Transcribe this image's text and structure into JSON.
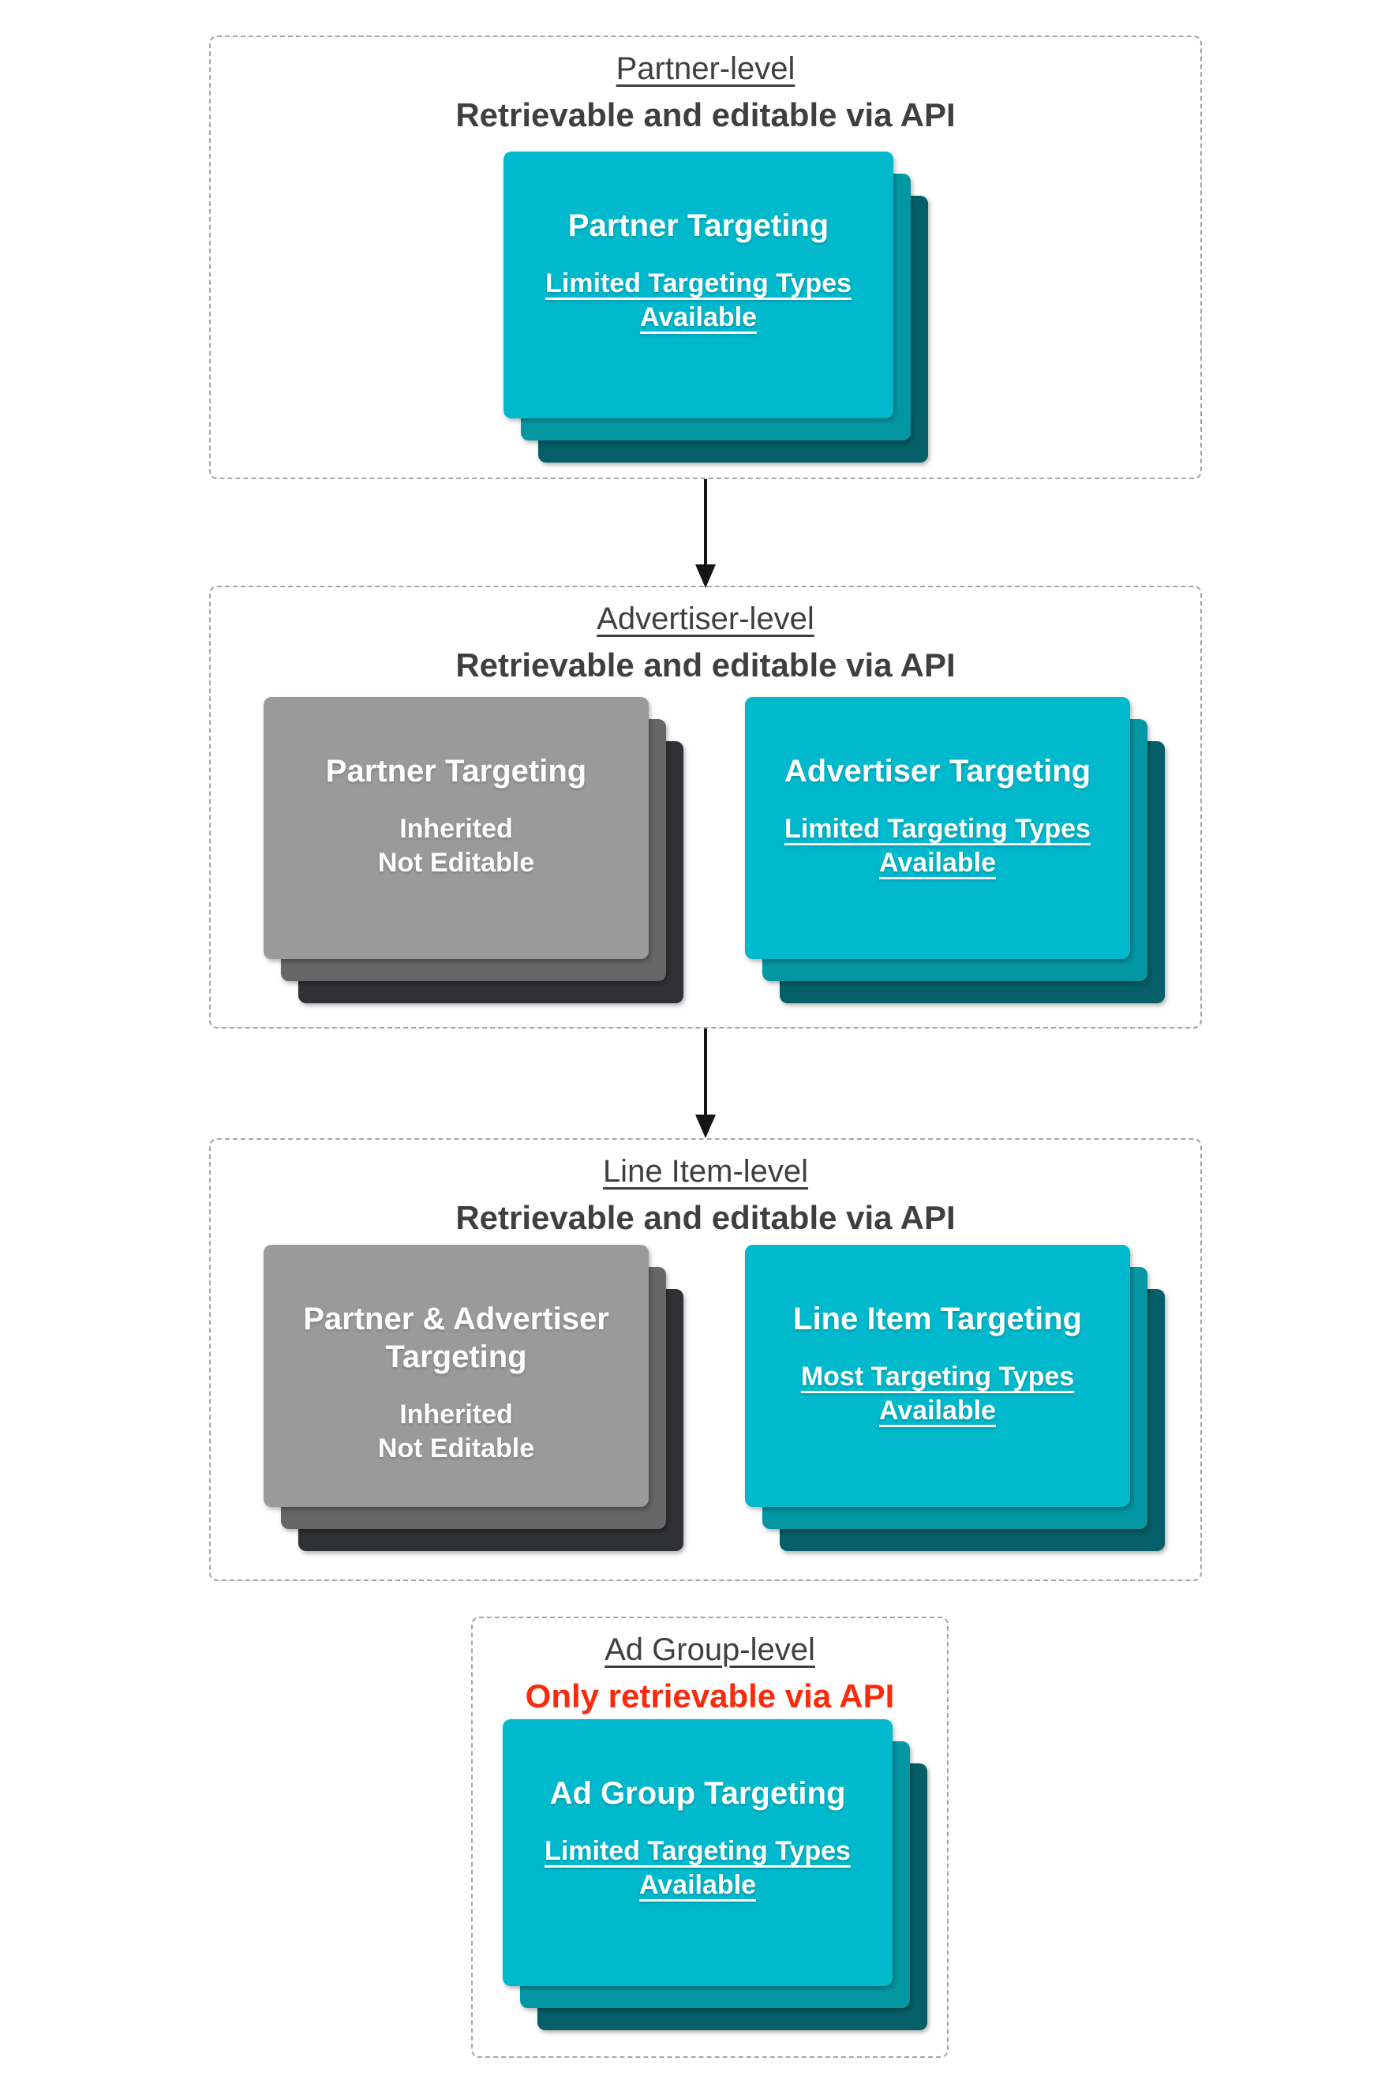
{
  "colors": {
    "teal_front": "#00b9cc",
    "teal_mid": "#0397a4",
    "teal_back": "#045f68",
    "gray_front": "#9a9a9a",
    "gray_mid": "#666666",
    "gray_back": "#303134",
    "heading_text": "#3f3f3f",
    "red_text": "#f92b0e",
    "card_text": "#ffffff",
    "dashed_border": "#a6a6a6",
    "arrow": "#151515"
  },
  "sections": [
    {
      "id": "partner-level",
      "title": "Partner-level",
      "subtitle": "Retrievable and editable via API",
      "cards": [
        {
          "variant": "teal",
          "title": "Partner Targeting",
          "body_lines": [
            "Limited Targeting Types",
            "Available"
          ],
          "body_underline": true
        }
      ]
    },
    {
      "id": "advertiser-level",
      "title": "Advertiser-level",
      "subtitle": "Retrievable and editable via API",
      "cards": [
        {
          "variant": "gray",
          "title": "Partner Targeting",
          "body_lines": [
            "Inherited",
            "Not Editable"
          ],
          "body_underline": false
        },
        {
          "variant": "teal",
          "title": "Advertiser Targeting",
          "body_lines": [
            "Limited Targeting Types",
            "Available"
          ],
          "body_underline": true
        }
      ]
    },
    {
      "id": "line-item-level",
      "title": "Line Item-level",
      "subtitle": "Retrievable and editable via API",
      "cards": [
        {
          "variant": "gray",
          "title": "Partner & Advertiser\nTargeting",
          "body_lines": [
            "Inherited",
            "Not Editable"
          ],
          "body_underline": false
        },
        {
          "variant": "teal",
          "title": "Line Item Targeting",
          "body_lines": [
            "Most Targeting Types",
            "Available"
          ],
          "body_underline": true
        }
      ]
    },
    {
      "id": "ad-group-level",
      "title": "Ad Group-level",
      "subtitle": "Only retrievable via API",
      "subtitle_red": true,
      "cards": [
        {
          "variant": "teal",
          "title": "Ad Group Targeting",
          "body_lines": [
            "Limited Targeting Types",
            "Available"
          ],
          "body_underline": true
        }
      ]
    }
  ],
  "arrows": [
    {
      "between": [
        "Partner-level",
        "Advertiser-level"
      ]
    },
    {
      "between": [
        "Advertiser-level",
        "Line Item-level"
      ]
    }
  ]
}
